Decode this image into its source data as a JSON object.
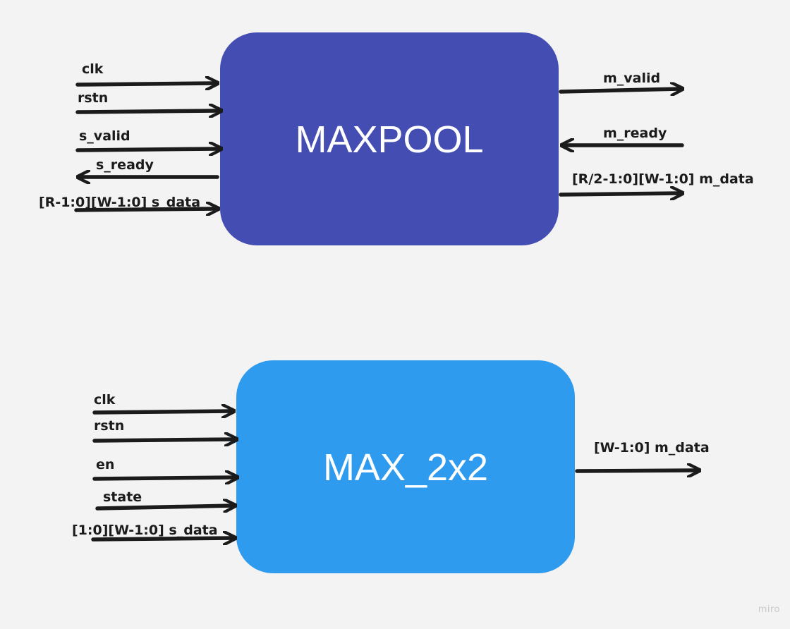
{
  "diagram": {
    "blocks": [
      {
        "id": "maxpool",
        "name": "MAXPOOL",
        "color": "#434db2",
        "inputs": [
          {
            "label": "clk",
            "direction": "in"
          },
          {
            "label": "rstn",
            "direction": "in"
          },
          {
            "label": "s_valid",
            "direction": "in"
          },
          {
            "label": "s_ready",
            "direction": "out"
          },
          {
            "label": "[R-1:0][W-1:0] s_data",
            "direction": "in"
          }
        ],
        "outputs": [
          {
            "label": "m_valid",
            "direction": "out"
          },
          {
            "label": "m_ready",
            "direction": "in"
          },
          {
            "label": "[R/2-1:0][W-1:0] m_data",
            "direction": "out"
          }
        ]
      },
      {
        "id": "max2x2",
        "name": "MAX_2x2",
        "color": "#2f9bee",
        "inputs": [
          {
            "label": "clk",
            "direction": "in"
          },
          {
            "label": "rstn",
            "direction": "in"
          },
          {
            "label": "en",
            "direction": "in"
          },
          {
            "label": "state",
            "direction": "in"
          },
          {
            "label": "[1:0][W-1:0] s_data",
            "direction": "in"
          }
        ],
        "outputs": [
          {
            "label": "[W-1:0] m_data",
            "direction": "out"
          }
        ]
      }
    ]
  },
  "watermark": "miro",
  "colors": {
    "background": "#f3f3f3",
    "arrow": "#1b1b1b",
    "label": "#1b1b1b",
    "block_text": "#ffffff"
  }
}
